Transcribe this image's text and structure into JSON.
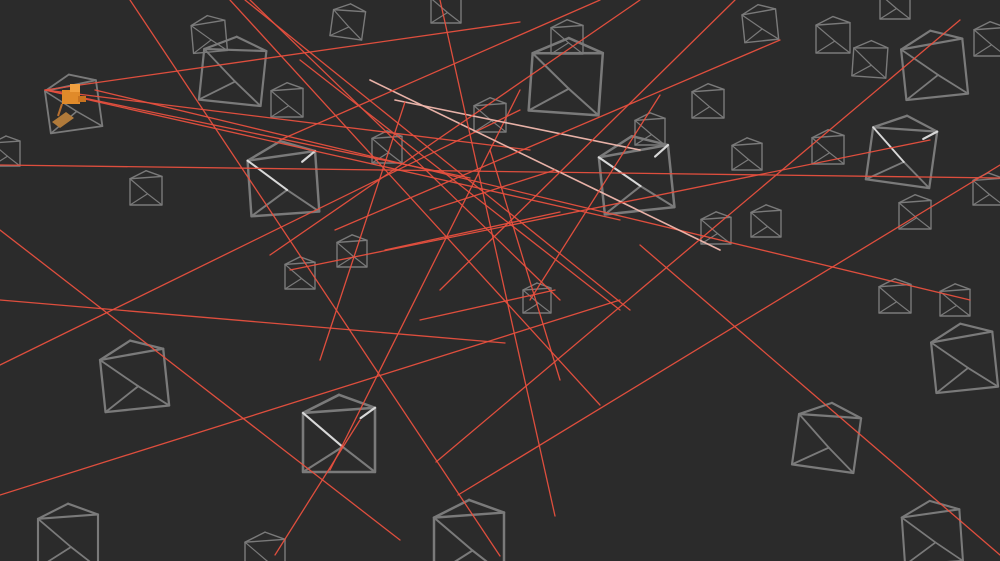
{
  "scene": {
    "background_color": "#2b2b2b",
    "wire_color": "#7a7a7a",
    "highlight_wire_color": "#d8d8d8",
    "ray_color": "#e8503f",
    "ray_highlight_color": "#f2b9ae",
    "object_color": "#e08a2a",
    "cube_count": 48,
    "ray_count": 34,
    "selected_object": "orange-figure"
  }
}
